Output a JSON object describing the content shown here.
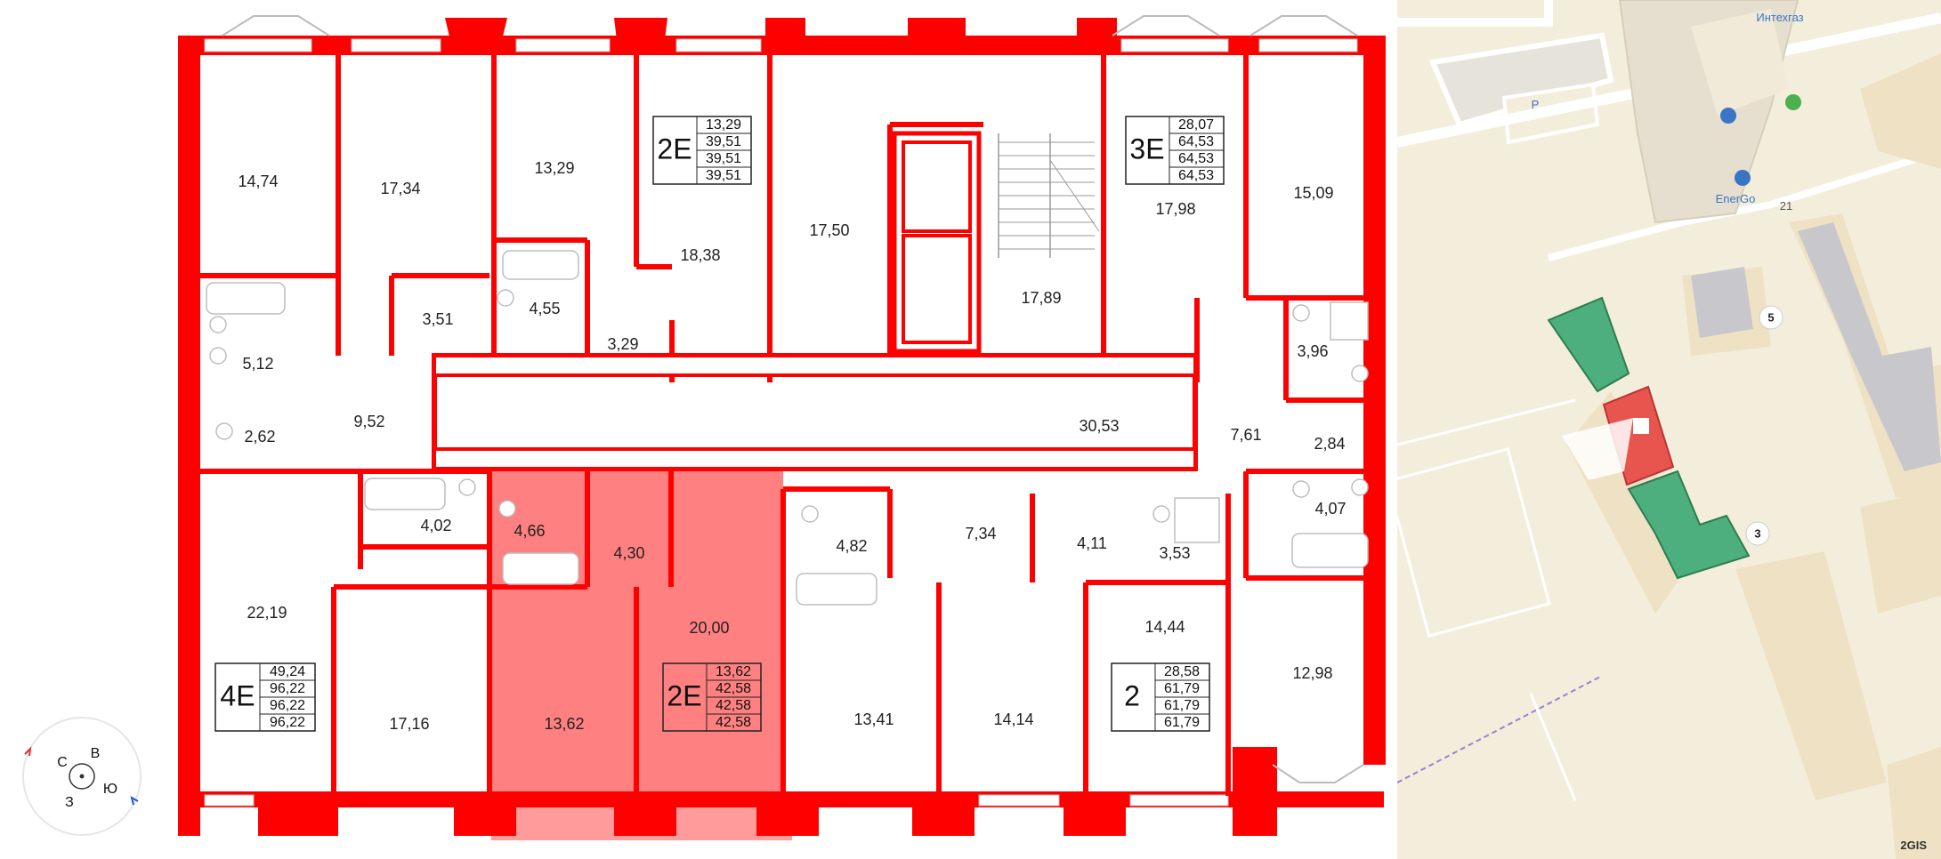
{
  "plan": {
    "rooms": [
      {
        "id": "r1",
        "area": "14,74"
      },
      {
        "id": "r2",
        "area": "17,34"
      },
      {
        "id": "r3",
        "area": "13,29"
      },
      {
        "id": "r4",
        "area": "18,38"
      },
      {
        "id": "r5",
        "area": "17,50"
      },
      {
        "id": "r6",
        "area": "17,89"
      },
      {
        "id": "r7",
        "area": "17,98"
      },
      {
        "id": "r8",
        "area": "15,09"
      },
      {
        "id": "r9",
        "area": "5,12"
      },
      {
        "id": "r10",
        "area": "3,51"
      },
      {
        "id": "r11",
        "area": "4,55"
      },
      {
        "id": "r12",
        "area": "3,29"
      },
      {
        "id": "r13",
        "area": "3,96"
      },
      {
        "id": "r14",
        "area": "2,62"
      },
      {
        "id": "r15",
        "area": "9,52"
      },
      {
        "id": "r16",
        "area": "30,53"
      },
      {
        "id": "r17",
        "area": "7,61"
      },
      {
        "id": "r18",
        "area": "2,84"
      },
      {
        "id": "r19",
        "area": "4,02"
      },
      {
        "id": "r20",
        "area": "4,66"
      },
      {
        "id": "r21",
        "area": "4,30"
      },
      {
        "id": "r22",
        "area": "4,82"
      },
      {
        "id": "r23",
        "area": "7,34"
      },
      {
        "id": "r24",
        "area": "4,11"
      },
      {
        "id": "r25",
        "area": "3,53"
      },
      {
        "id": "r26",
        "area": "4,07"
      },
      {
        "id": "r27",
        "area": "22,19"
      },
      {
        "id": "r28",
        "area": "20,00"
      },
      {
        "id": "r29",
        "area": "14,44"
      },
      {
        "id": "r30",
        "area": "12,98"
      },
      {
        "id": "r31",
        "area": "17,16"
      },
      {
        "id": "r32",
        "area": "13,62"
      },
      {
        "id": "r33",
        "area": "13,41"
      },
      {
        "id": "r34",
        "area": "14,14"
      }
    ],
    "apartments": [
      {
        "code": "2Е",
        "stats": [
          "13,29",
          "39,51",
          "39,51",
          "39,51"
        ],
        "highlighted": false
      },
      {
        "code": "3Е",
        "stats": [
          "28,07",
          "64,53",
          "64,53",
          "64,53"
        ],
        "highlighted": false
      },
      {
        "code": "4Е",
        "stats": [
          "49,24",
          "96,22",
          "96,22",
          "96,22"
        ],
        "highlighted": false
      },
      {
        "code": "2Е",
        "stats": [
          "13,62",
          "42,58",
          "42,58",
          "42,58"
        ],
        "highlighted": true
      },
      {
        "code": "2",
        "stats": [
          "28,58",
          "61,79",
          "61,79",
          "61,79"
        ],
        "highlighted": false
      }
    ],
    "compass": {
      "north": "С",
      "east": "В",
      "south": "Ю",
      "west": "З"
    },
    "colors": {
      "wall": "#ff0000",
      "highlight": "#ff8080"
    }
  },
  "map": {
    "labels": {
      "poi1": "Интехгаз",
      "poi2": "EnerGo",
      "house21": "21",
      "house5": "5",
      "house3": "3",
      "parking": "P"
    },
    "attribution": "2GIS",
    "colors": {
      "background": "#f3eedc",
      "building": "#efe2c4",
      "green_section": "#4caf7d",
      "selected_section": "#e8554e",
      "grey_building": "#c8c8cc"
    }
  }
}
